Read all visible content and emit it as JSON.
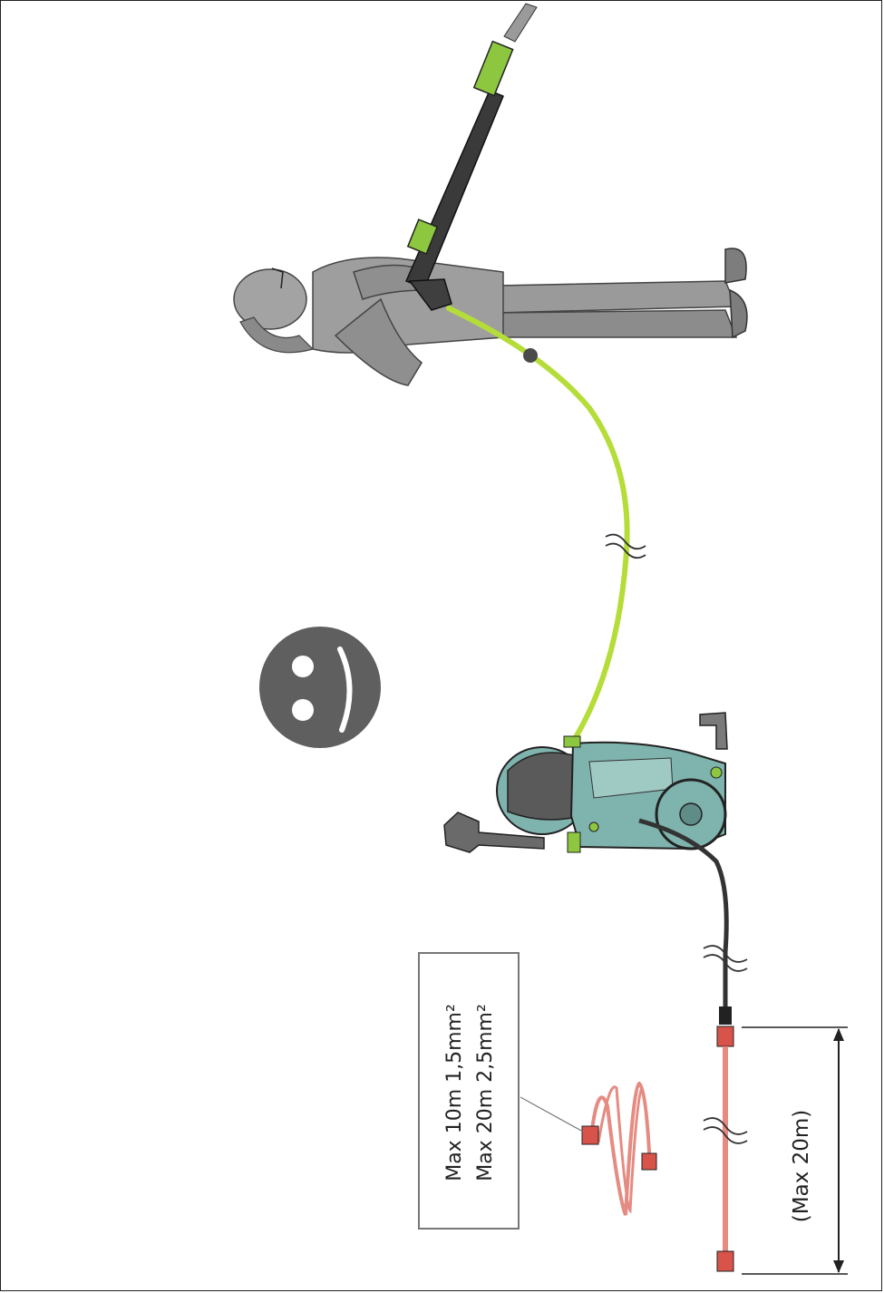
{
  "cable_spec": {
    "line1": "Max 10m 1,5mm²",
    "line2": "Max 20m 2,5mm²"
  },
  "extension_limit": "(Max 20m)",
  "colors": {
    "hose": "#b5dd3a",
    "accent_green": "#8dc63f",
    "machine_body": "#7fb3ad",
    "extension_cable": "#e58b82",
    "smiley": "#5f5f5f",
    "figure": "#8c8c8c"
  }
}
